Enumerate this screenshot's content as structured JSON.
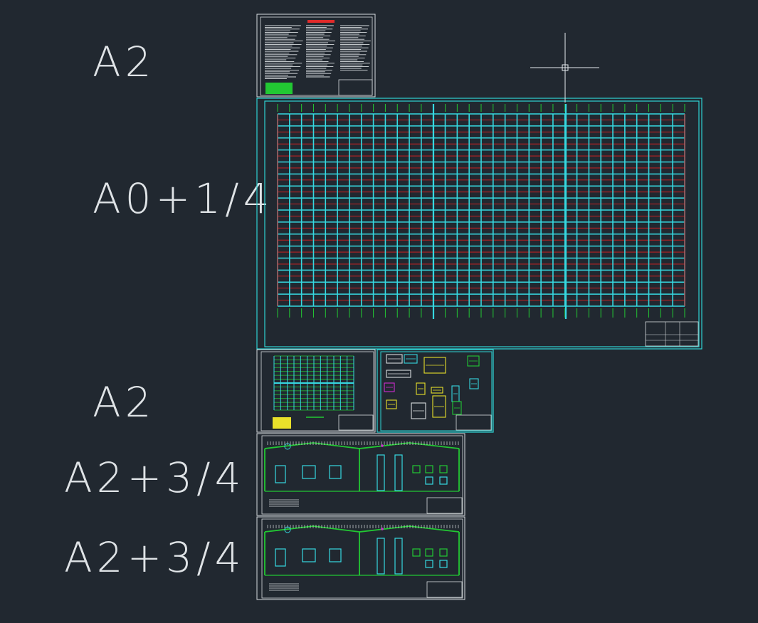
{
  "canvas": {
    "background": "#212830",
    "crosshair_color": "#e8ecef"
  },
  "sheet_labels": {
    "top": "A2",
    "plan": "A0+1/4",
    "middle": "A2",
    "elevation_1": "A2+3/4",
    "elevation_2": "A2+3/4"
  },
  "colors": {
    "frame_white": "#d8dcdf",
    "frame_cyan": "#2fd3d3",
    "grid_cyan": "#36d8e0",
    "grid_red": "#e02020",
    "tick_green": "#22c833",
    "accent_yellow": "#e8e02a",
    "accent_magenta": "#d02cd0",
    "title_red": "#e02a2a"
  },
  "sheets": [
    {
      "id": "general-notes",
      "size": "A2"
    },
    {
      "id": "column-grid-plan",
      "size": "A0+1/4"
    },
    {
      "id": "roof-plan",
      "size": "A2"
    },
    {
      "id": "node-details",
      "size": "A2"
    },
    {
      "id": "frame-elevation-1",
      "size": "A2+3/4"
    },
    {
      "id": "frame-elevation-2",
      "size": "A2+3/4"
    }
  ]
}
